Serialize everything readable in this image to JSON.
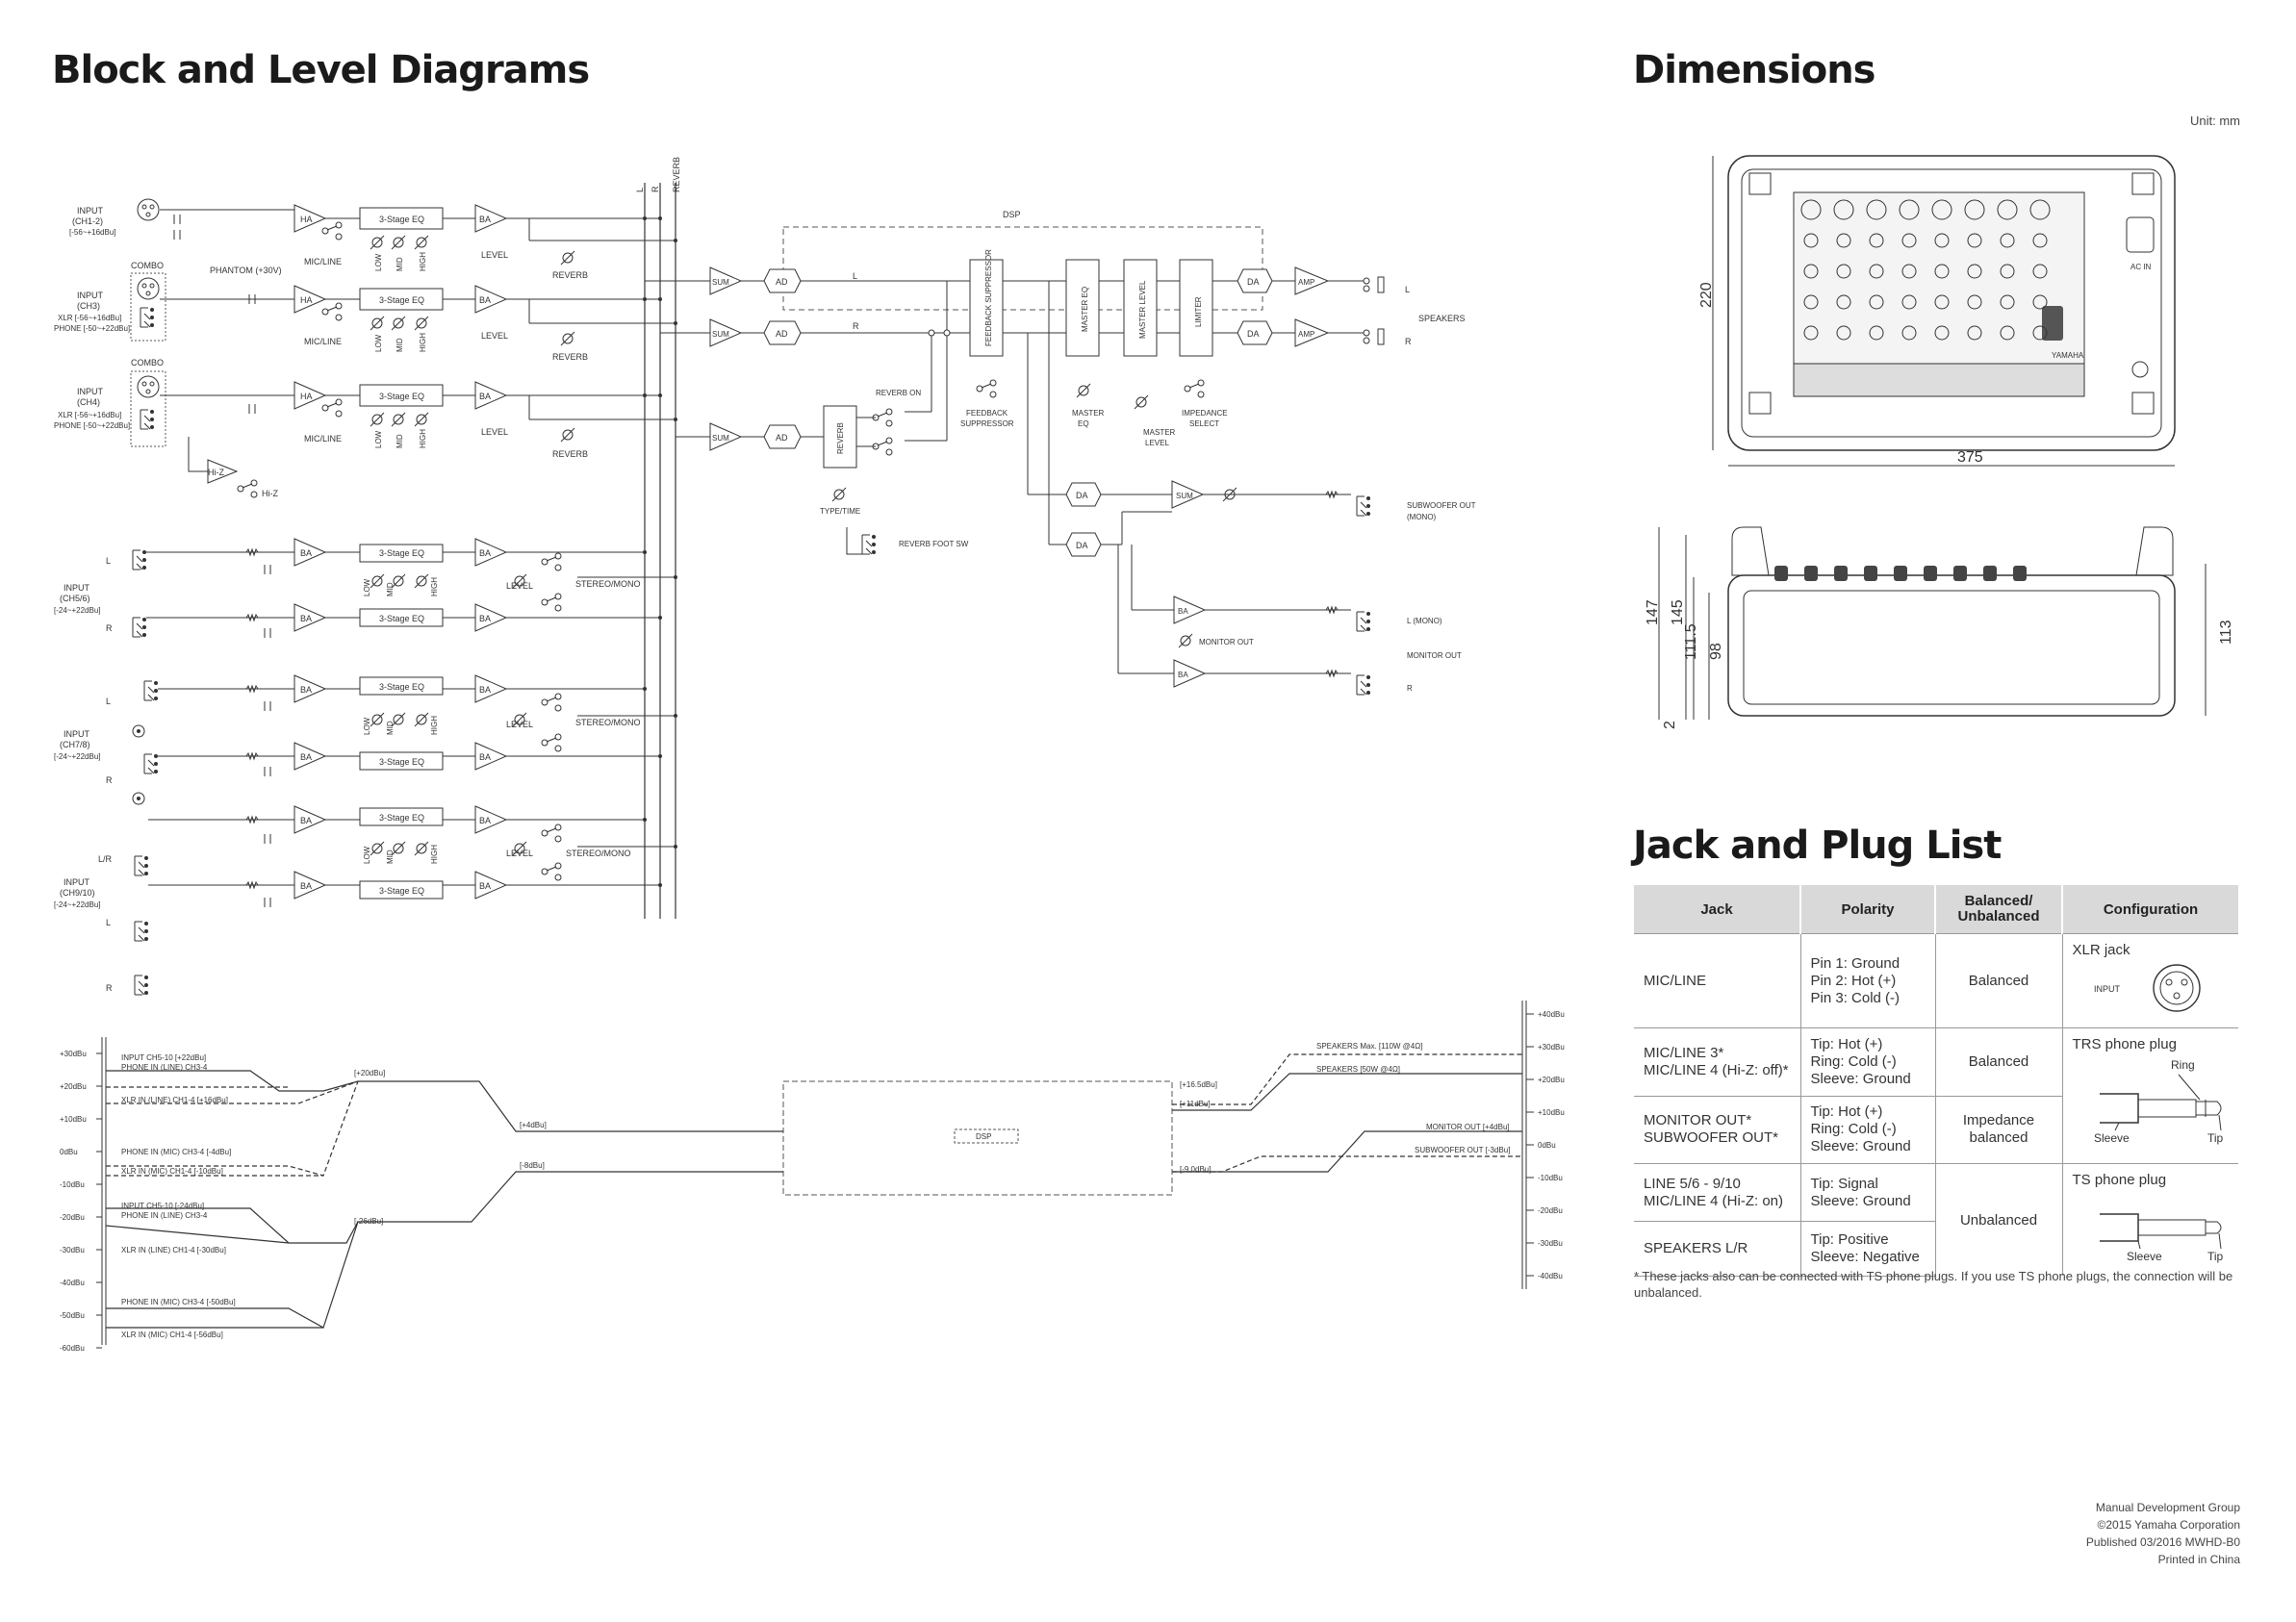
{
  "titles": {
    "block": "Block and Level Diagrams",
    "dimensions": "Dimensions",
    "jack_list": "Jack and Plug List"
  },
  "block_diagram": {
    "inputs": {
      "ch12": [
        "INPUT",
        "(CH1-2)",
        "[-56~+16dBu]"
      ],
      "ch3": [
        "INPUT",
        "(CH3)",
        "XLR [-56~+16dBu]",
        "PHONE [-50~+22dBu]"
      ],
      "ch4": [
        "INPUT",
        "(CH4)",
        "XLR [-56~+16dBu]",
        "PHONE [-50~+22dBu]"
      ],
      "ch56": [
        "INPUT",
        "(CH5/6)",
        "[-24~+22dBu]"
      ],
      "ch78": [
        "INPUT",
        "(CH7/8)",
        "[-24~+22dBu]"
      ],
      "ch910": [
        "INPUT",
        "(CH9/10)",
        "[-24~+22dBu]"
      ]
    },
    "labels": {
      "combo": "COMBO",
      "phantom": "PHANTOM (+30V)",
      "ha": "HA",
      "ba": "BA",
      "eq": "3-Stage EQ",
      "mic_line": "MIC/LINE",
      "level": "LEVEL",
      "reverb": "REVERB",
      "low": "LOW",
      "mid": "MID",
      "high": "HIGH",
      "hiz": "Hi-Z",
      "stereo_mono": "STEREO/MONO",
      "l": "L",
      "r": "R",
      "lr": "L/R",
      "bus_l": "L",
      "bus_r": "R",
      "bus_reverb": "REVERB",
      "dsp": "DSP",
      "sum": "SUM",
      "ad": "AD",
      "da": "DA",
      "amp": "AMP",
      "feedback_suppressor": "FEEDBACK SUPPRESSOR",
      "feedback_suppressor_knob": [
        "FEEDBACK",
        "SUPPRESSOR"
      ],
      "master_eq": "MASTER EQ",
      "master_eq_knob": [
        "MASTER",
        "EQ"
      ],
      "master_level": "MASTER LEVEL",
      "master_level_knob": [
        "MASTER",
        "LEVEL"
      ],
      "limiter": "LIMITER",
      "impedance_select": [
        "IMPEDANCE",
        "SELECT"
      ],
      "reverb_on": "REVERB ON",
      "type_time": "TYPE/TIME",
      "reverb_foot_sw": "REVERB FOOT SW",
      "speakers": "SPEAKERS",
      "subwoofer_out": [
        "SUBWOOFER OUT",
        "(MONO)"
      ],
      "l_mono": "L (MONO)",
      "monitor_out": "MONITOR OUT"
    }
  },
  "level_diagram": {
    "left_scale": [
      "+30dBu",
      "+20dBu",
      "+10dBu",
      "0dBu",
      "-10dBu",
      "-20dBu",
      "-30dBu",
      "-40dBu",
      "-50dBu",
      "-60dBu"
    ],
    "right_scale": [
      "+40dBu",
      "+30dBu",
      "+20dBu",
      "+10dBu",
      "0dBu",
      "-10dBu",
      "-20dBu",
      "-30dBu",
      "-40dBu"
    ],
    "annotations": {
      "a1": "INPUT CH5-10 [+22dBu]",
      "a2": "PHONE IN (LINE) CH3-4",
      "a3": "XLR IN (LINE) CH1-4 [+16dBu]",
      "a4": "PHONE IN (MIC) CH3-4 [-4dBu]",
      "a5": "XLR IN (MIC) CH1-4 [-10dBu]",
      "a6": "INPUT CH5-10 [-24dBu]",
      "a7": "PHONE IN (LINE) CH3-4",
      "a8": "XLR IN (LINE) CH1-4 [-30dBu]",
      "a9": "PHONE IN (MIC) CH3-4 [-50dBu]",
      "a10": "XLR IN (MIC) CH1-4 [-56dBu]",
      "p20": "[+20dBu]",
      "p4": "[+4dBu]",
      "m8": "[-8dBu]",
      "m26": "[-26dBu]",
      "p165": "[+16.5dBu]",
      "p11": "[+11dBu]",
      "m9": "[-9.0dBu]",
      "dsp": "DSP",
      "spk_max": "SPEAKERS    Max. [110W @4Ω]",
      "spk_50": "SPEAKERS [50W @4Ω]",
      "mon_out": "MONITOR OUT [+4dBu]",
      "sub_out": "SUBWOOFER OUT [-3dBu]"
    }
  },
  "dimensions": {
    "unit": "Unit: mm",
    "top_height": "220",
    "top_width": "375",
    "side": [
      "147",
      "145",
      "111.5",
      "98",
      "2",
      "113"
    ],
    "panel_labels": [
      "YAMAHA",
      "AC IN"
    ]
  },
  "jack_table": {
    "headers": [
      "Jack",
      "Polarity",
      "Balanced/\nUnbalanced",
      "Configuration"
    ],
    "rows": [
      {
        "jack": "MIC/LINE",
        "polarity": [
          "Pin 1: Ground",
          "Pin 2: Hot (+)",
          "Pin 3: Cold (-)"
        ],
        "balance": "Balanced",
        "config": "XLR jack",
        "config_labels": [
          "INPUT"
        ]
      },
      {
        "jack": [
          "MIC/LINE 3*",
          "MIC/LINE 4 (Hi-Z: off)*"
        ],
        "polarity": [
          "Tip: Hot (+)",
          "Ring: Cold (-)",
          "Sleeve: Ground"
        ],
        "balance": "Balanced",
        "config": "TRS phone plug",
        "config_labels": [
          "Ring",
          "Sleeve",
          "Tip"
        ]
      },
      {
        "jack": [
          "MONITOR OUT*",
          "SUBWOOFER OUT*"
        ],
        "polarity": [
          "Tip: Hot (+)",
          "Ring: Cold (-)",
          "Sleeve: Ground"
        ],
        "balance": "Impedance\nbalanced"
      },
      {
        "jack": [
          "LINE 5/6 - 9/10",
          "MIC/LINE 4 (Hi-Z: on)"
        ],
        "polarity": [
          "Tip: Signal",
          "Sleeve: Ground"
        ],
        "balance": "Unbalanced",
        "config": "TS phone plug",
        "config_labels": [
          "Sleeve",
          "Tip"
        ]
      },
      {
        "jack": "SPEAKERS L/R",
        "polarity": [
          "Tip: Positive",
          "Sleeve: Negative"
        ]
      }
    ],
    "note": "* These jacks also can be connected with TS phone plugs. If you use TS phone plugs, the connection will be unbalanced."
  },
  "footer": [
    "Manual Development Group",
    "©2015 Yamaha Corporation",
    "Published 03/2016 MWHD-B0",
    "Printed in China"
  ]
}
